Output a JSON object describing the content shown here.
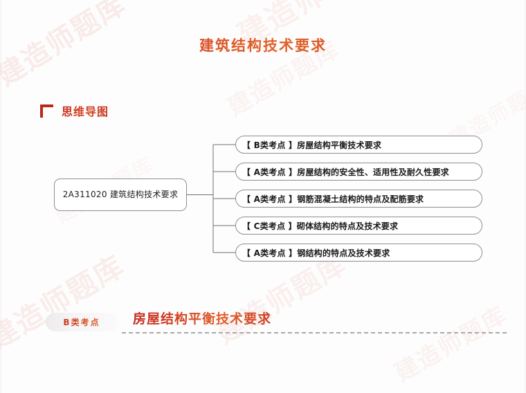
{
  "document": {
    "title": "建筑结构技术要求",
    "watermark_text": "建造师题库"
  },
  "section": {
    "icon": "corner-bracket-icon",
    "heading": "思维导图"
  },
  "mindmap": {
    "root": {
      "label": "2A311020 建筑结构技术要求"
    },
    "branches": [
      {
        "tag": "【 B类考点 】",
        "label": "房屋结构平衡技术要求",
        "full": "【 B类考点 】房屋结构平衡技术要求"
      },
      {
        "tag": "【 A类考点 】",
        "label": "房屋结构的安全性、适用性及耐久性要求",
        "full": "【 A类考点 】房屋结构的安全性、适用性及耐久性要求"
      },
      {
        "tag": "【 A类考点 】",
        "label": "钢筋混凝土结构的特点及配筋要求",
        "full": "【 A类考点 】钢筋混凝土结构的特点及配筋要求"
      },
      {
        "tag": "【 C类考点 】",
        "label": "砌体结构的特点及技术要求",
        "full": "【 C类考点 】砌体结构的特点及技术要求"
      },
      {
        "tag": "【 A类考点 】",
        "label": "钢结构的特点及技术要求",
        "full": "【 A类考点 】钢结构的特点及技术要求"
      }
    ]
  },
  "bottom": {
    "badge": "B类考点",
    "title": "房屋结构平衡技术要求"
  },
  "colors": {
    "title_red": "#c4281c",
    "title_orange": "#e2622a",
    "accent_red": "#b9281a",
    "node_border": "#8d8d8d",
    "connector": "#6f6f6f",
    "rule": "#a8a8a8",
    "watermark": "#f4dedb"
  }
}
